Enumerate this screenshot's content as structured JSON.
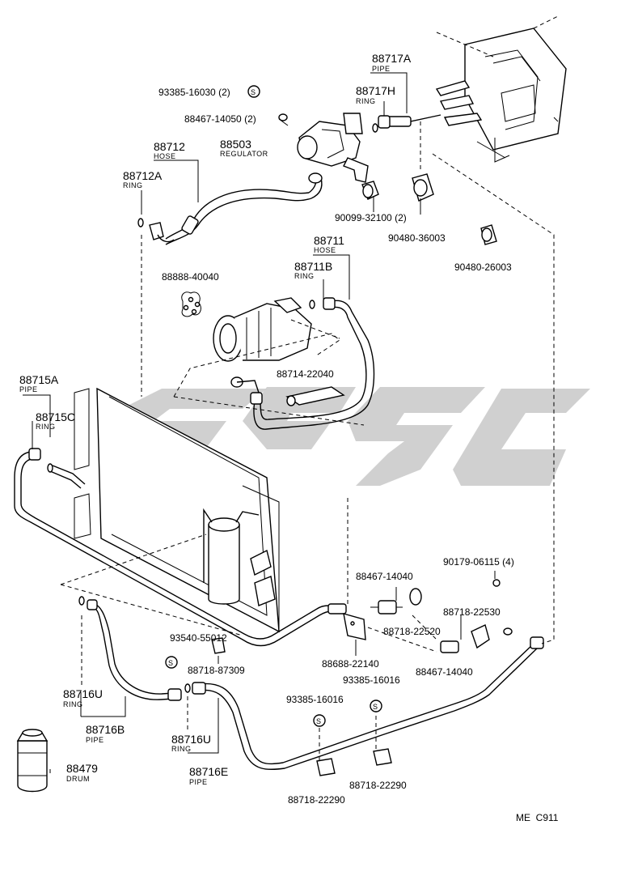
{
  "labels": {
    "p93385_16030": "93385-16030 (2)",
    "p88467_14050": "88467-14050 (2)",
    "p88717A": "88717A",
    "p88717A_sub": "PIPE",
    "p88717H": "88717H",
    "p88717H_sub": "RING",
    "p88503": "88503",
    "p88503_sub": "REGULATOR",
    "p88712": "88712",
    "p88712_sub": "HOSE",
    "p88712A": "88712A",
    "p88712A_sub": "RING",
    "p90099_32100": "90099-32100 (2)",
    "p90480_36003": "90480-36003",
    "p90480_26003": "90480-26003",
    "p88711": "88711",
    "p88711_sub": "HOSE",
    "p88711B": "88711B",
    "p88711B_sub": "RING",
    "p88888_40040": "88888-40040",
    "p88715A": "88715A",
    "p88715A_sub": "PIPE",
    "p88715C": "88715C",
    "p88715C_sub": "RING",
    "p88714_22040": "88714-22040",
    "p90179_06115": "90179-06115 (4)",
    "p88467_14040_a": "88467-14040",
    "p88718_22530": "88718-22530",
    "p88718_22520": "88718-22520",
    "p93540_55012": "93540-55012",
    "p88718_87309": "88718-87309",
    "p88688_22140": "88688-22140",
    "p88467_14040_b": "88467-14040",
    "p93385_16016_a": "93385-16016",
    "p93385_16016_b": "93385-16016",
    "p88716U_a": "88716U",
    "p88716U_a_sub": "RING",
    "p88716B": "88716B",
    "p88716B_sub": "PIPE",
    "p88716U_b": "88716U",
    "p88716U_b_sub": "RING",
    "p88716E": "88716E",
    "p88716E_sub": "PIPE",
    "p88718_22290_a": "88718-22290",
    "p88718_22290_b": "88718-22290",
    "p88479": "88479",
    "p88479_sub": "DRUM",
    "code": "ME  C911",
    "s_mark": "S"
  },
  "colors": {
    "line": "#000000",
    "background": "#ffffff",
    "watermark": "#c8c8c8"
  }
}
